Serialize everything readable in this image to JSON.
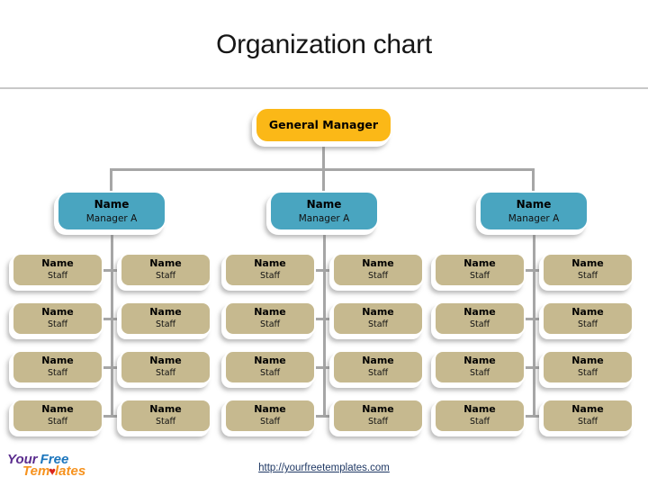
{
  "slide": {
    "title": "Organization chart"
  },
  "org": {
    "general_manager": {
      "name": "General Manager"
    },
    "managers": [
      {
        "name": "Name",
        "role": "Manager A"
      },
      {
        "name": "Name",
        "role": "Manager A"
      },
      {
        "name": "Name",
        "role": "Manager A"
      }
    ],
    "staff_groups": [
      {
        "columns": [
          [
            {
              "name": "Name",
              "role": "Staff"
            },
            {
              "name": "Name",
              "role": "Staff"
            },
            {
              "name": "Name",
              "role": "Staff"
            },
            {
              "name": "Name",
              "role": "Staff"
            }
          ],
          [
            {
              "name": "Name",
              "role": "Staff"
            },
            {
              "name": "Name",
              "role": "Staff"
            },
            {
              "name": "Name",
              "role": "Staff"
            },
            {
              "name": "Name",
              "role": "Staff"
            }
          ]
        ]
      },
      {
        "columns": [
          [
            {
              "name": "Name",
              "role": "Staff"
            },
            {
              "name": "Name",
              "role": "Staff"
            },
            {
              "name": "Name",
              "role": "Staff"
            },
            {
              "name": "Name",
              "role": "Staff"
            }
          ],
          [
            {
              "name": "Name",
              "role": "Staff"
            },
            {
              "name": "Name",
              "role": "Staff"
            },
            {
              "name": "Name",
              "role": "Staff"
            },
            {
              "name": "Name",
              "role": "Staff"
            }
          ]
        ]
      },
      {
        "columns": [
          [
            {
              "name": "Name",
              "role": "Staff"
            },
            {
              "name": "Name",
              "role": "Staff"
            },
            {
              "name": "Name",
              "role": "Staff"
            },
            {
              "name": "Name",
              "role": "Staff"
            }
          ],
          [
            {
              "name": "Name",
              "role": "Staff"
            },
            {
              "name": "Name",
              "role": "Staff"
            },
            {
              "name": "Name",
              "role": "Staff"
            },
            {
              "name": "Name",
              "role": "Staff"
            }
          ]
        ]
      }
    ]
  },
  "footer": {
    "logo": {
      "word1": "Your",
      "word2": "Free",
      "word3_prefix": "Tem",
      "heart_icon": "♥",
      "word3_suffix": "lates"
    },
    "link": "http://yourfreetemplates.com"
  },
  "colors": {
    "general_manager_fill": "#FBB817",
    "manager_fill": "#49A5C0",
    "staff_fill": "#C6B98F",
    "connector": "#A6A6A6",
    "divider": "#C8C8C8",
    "title_text": "#161616",
    "link_text": "#1F3864"
  }
}
